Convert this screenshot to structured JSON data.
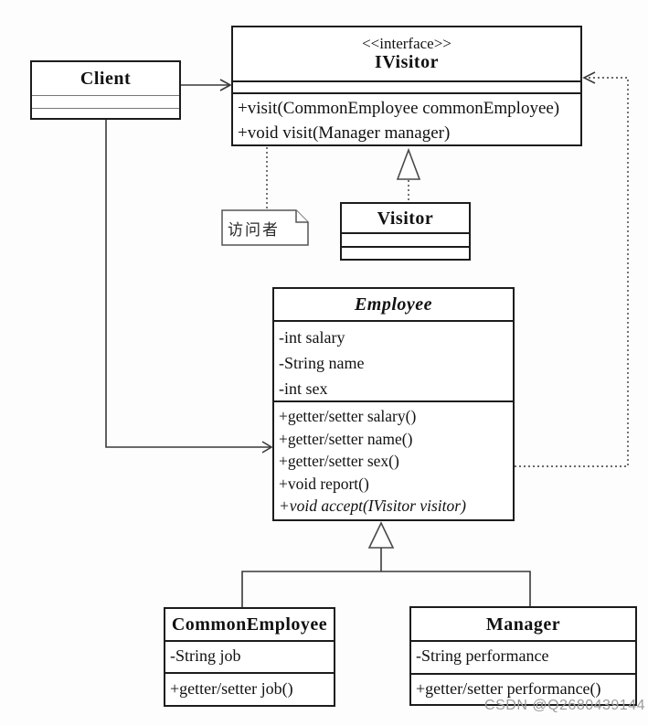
{
  "diagram": {
    "note": {
      "text": "访问者"
    },
    "watermark": "CSDN @Q2680439144",
    "colors": {
      "ink": "#1c1c1c",
      "watermark": "#9b9b9b",
      "background": "#ffffff"
    },
    "classes": {
      "client": {
        "name": "Client"
      },
      "ivisitor": {
        "stereotype": "<<interface>>",
        "name": "IVisitor",
        "methods": [
          "+visit(CommonEmployee commonEmployee)",
          "+void visit(Manager manager)"
        ]
      },
      "visitor": {
        "name": "Visitor"
      },
      "employee": {
        "name": "Employee",
        "attributes": [
          "-int salary",
          "-String name",
          "-int sex"
        ],
        "methods": [
          "+getter/setter salary()",
          "+getter/setter name()",
          "+getter/setter sex()",
          "+void  report()",
          "+void accept(IVisitor visitor)"
        ]
      },
      "commonEmployee": {
        "name": "CommonEmployee",
        "attributes": [
          "-String job"
        ],
        "methods": [
          "+getter/setter job()"
        ]
      },
      "manager": {
        "name": "Manager",
        "attributes": [
          "-String performance"
        ],
        "methods": [
          "+getter/setter performance()"
        ]
      }
    }
  }
}
